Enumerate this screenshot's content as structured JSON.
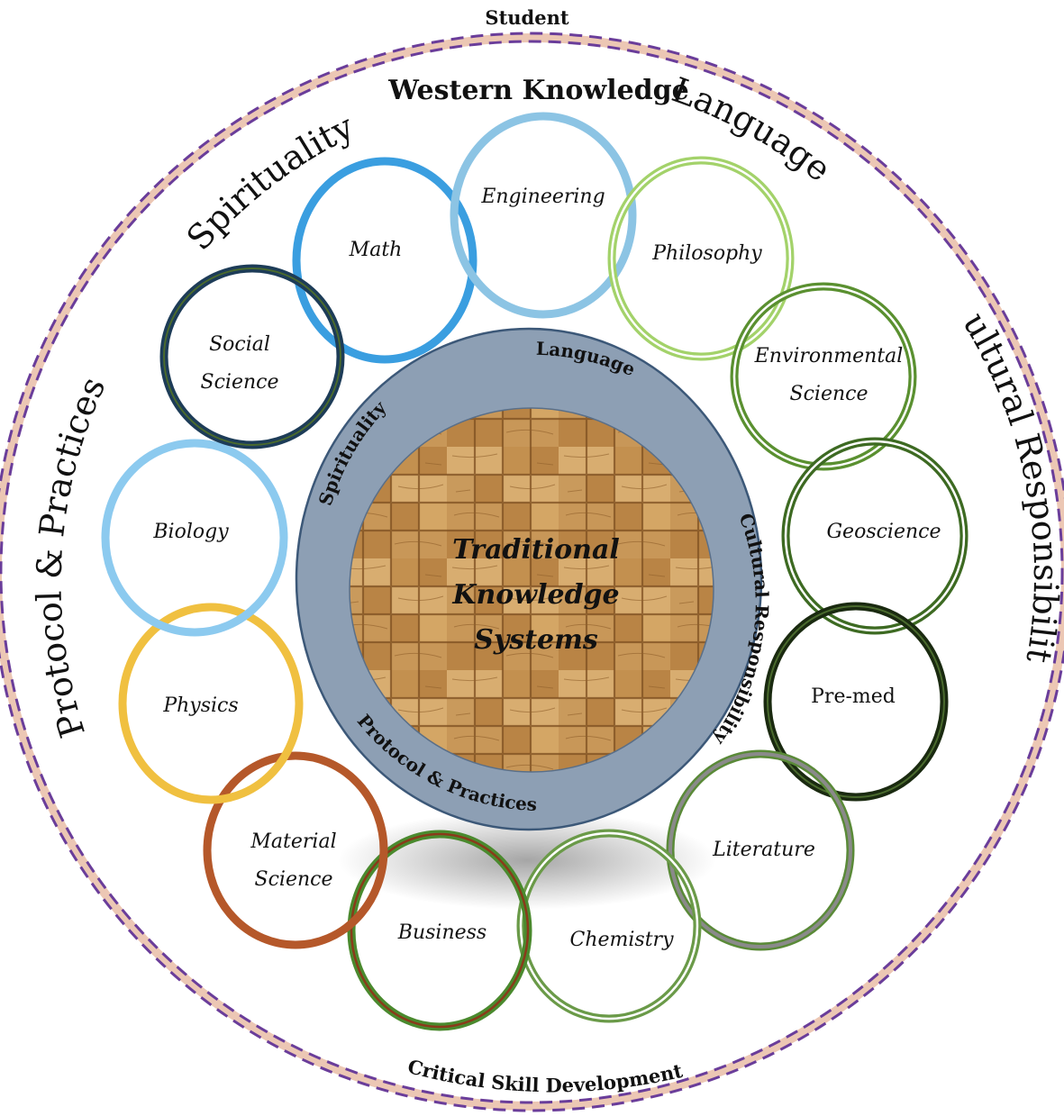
{
  "outer_ring": {
    "top_label": "Student",
    "bottom_label": "Critical Skill Development",
    "colors": {
      "dash": "#6a3d9a",
      "band": "#ecc7b4"
    }
  },
  "outer_labels": {
    "western": "Western Knowledge",
    "spirituality": "Spirituality",
    "language": "Language",
    "protocol": "Protocol & Practices",
    "cultural": "Cultural Responsibility"
  },
  "center": {
    "title_lines": [
      "Traditional",
      "Knowledge",
      "Systems"
    ],
    "ring_labels": {
      "language": "Language",
      "spirituality": "Spirituality",
      "cultural": "Cultural Responsibility",
      "protocol": "Protocol & Practices"
    },
    "colors": {
      "ring": "#8d9fb4",
      "ring_edge": "#3c5878",
      "weave_light": "#d0a468",
      "weave_dark": "#8a5a26"
    }
  },
  "disciplines": [
    {
      "id": "math",
      "lines": [
        "Math"
      ],
      "color": "#3a9ee0",
      "style": "single"
    },
    {
      "id": "engineering",
      "lines": [
        "Engineering"
      ],
      "color": "#8cc4e4",
      "style": "single"
    },
    {
      "id": "philosophy",
      "lines": [
        "Philosophy"
      ],
      "color": "#a3d26a",
      "style": "double"
    },
    {
      "id": "environmental-science",
      "lines": [
        "Environmental",
        "Science"
      ],
      "color": "#5a9030",
      "style": "double"
    },
    {
      "id": "geoscience",
      "lines": [
        "Geoscience"
      ],
      "color": "#3d6a22",
      "style": "double"
    },
    {
      "id": "pre-med",
      "lines": [
        "Pre-med"
      ],
      "color": "#1a2a10",
      "style": "double-dark"
    },
    {
      "id": "literature",
      "lines": [
        "Literature"
      ],
      "color": "#5a8a38",
      "style": "grey-core"
    },
    {
      "id": "chemistry",
      "lines": [
        "Chemistry"
      ],
      "color": "#6a9a48",
      "style": "double"
    },
    {
      "id": "business",
      "lines": [
        "Business"
      ],
      "color": "#4a8a2e",
      "style": "brown-core"
    },
    {
      "id": "material-science",
      "lines": [
        "Material",
        "Science"
      ],
      "color": "#b5582a",
      "style": "single"
    },
    {
      "id": "physics",
      "lines": [
        "Physics"
      ],
      "color": "#f0c040",
      "style": "single"
    },
    {
      "id": "biology",
      "lines": [
        "Biology"
      ],
      "color": "#8ccaef",
      "style": "single"
    },
    {
      "id": "social-science",
      "lines": [
        "Social",
        "Science"
      ],
      "color": "#1d3c58",
      "style": "double-dark"
    }
  ]
}
